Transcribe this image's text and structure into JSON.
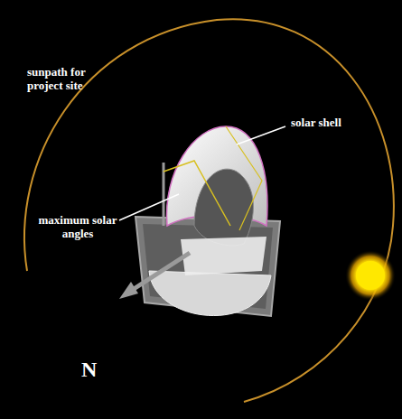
{
  "diagram": {
    "labels": [
      "sunpath for project site",
      "solar shell",
      "maximum solar angles",
      "N"
    ]
  }
}
